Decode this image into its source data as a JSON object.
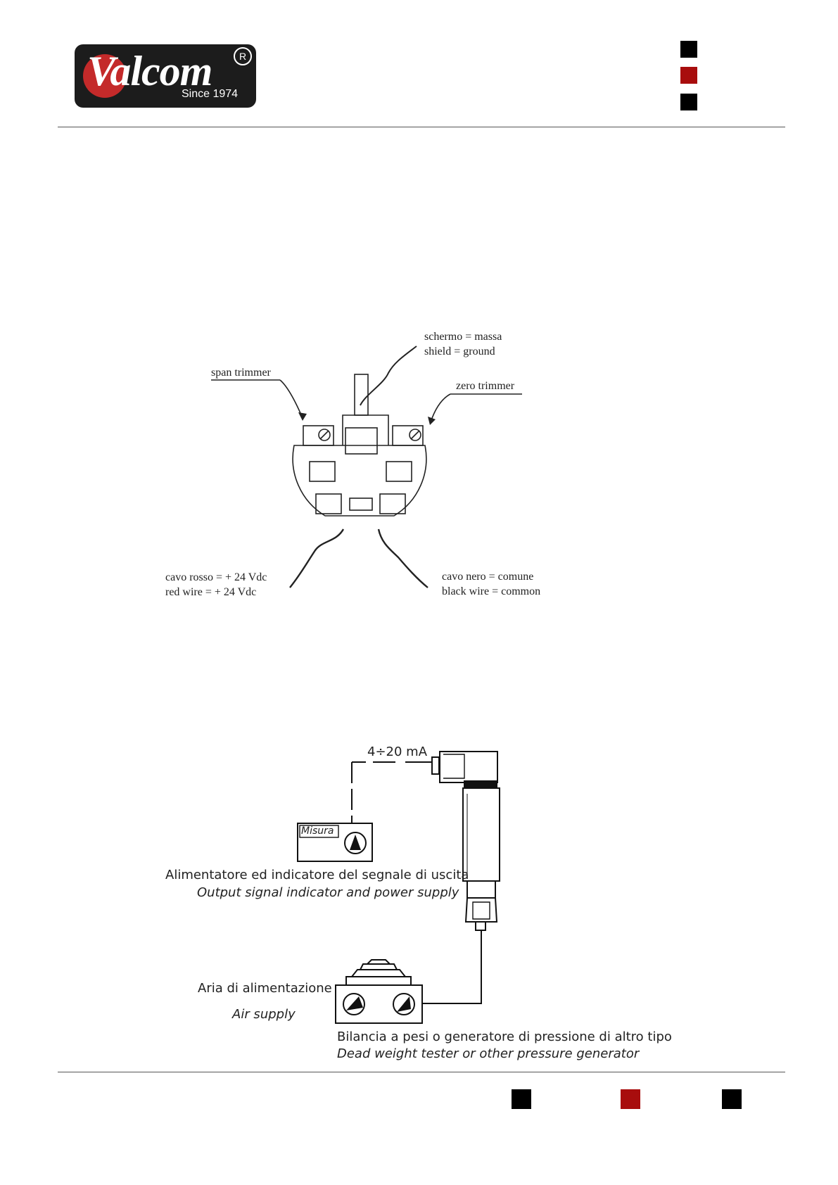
{
  "header": {
    "logo_text": "Valcom",
    "logo_tagline": "Since 1974",
    "logo_registered": "R"
  },
  "wiring_diagram": {
    "shield_label_it": "schermo = massa",
    "shield_label_en": "shield = ground",
    "span_label": "span trimmer",
    "zero_label": "zero trimmer",
    "red_wire_it": "cavo rosso = + 24 Vdc",
    "red_wire_en": "red wire = + 24 Vdc",
    "black_wire_it": "cavo nero = comune",
    "black_wire_en": "black wire = common"
  },
  "calibration_diagram": {
    "current_label": "4÷20 mA",
    "meter_label": "Misura",
    "indicator_it": "Alimentatore ed indicatore del segnale di uscita",
    "indicator_en": "Output signal indicator and power supply",
    "air_it": "Aria di alimentazione",
    "air_en": "Air supply",
    "generator_it": "Bilancia a pesi o generatore di pressione di altro tipo",
    "generator_en": "Dead weight tester or other pressure generator"
  },
  "colors": {
    "accent_red": "#a80d0d",
    "black": "#000000"
  }
}
